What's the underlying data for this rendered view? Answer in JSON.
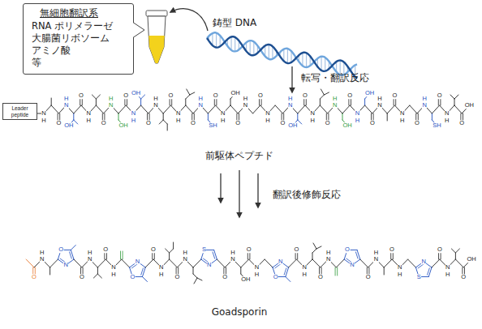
{
  "diagram": {
    "nodes": [
      {
        "text": [
          "無細胞翻訳系",
          "RNA ポリメラーゼ",
          "大腸菌リボソーム",
          "アミノ酸",
          "等"
        ]
      },
      {
        "text": [
          "Leader peptide"
        ]
      }
    ],
    "labels": [
      "鋳型 DNA",
      "転写・翻訳反応",
      "前駆体ペプチド",
      "翻訳後修飾反応",
      "Goadsporin",
      "H",
      "N",
      "O",
      "H",
      "N",
      "OH",
      "O",
      "H",
      "N",
      "O",
      "H",
      "N",
      "OH",
      "O",
      "H",
      "N",
      "OH",
      "O",
      "H",
      "N",
      "O",
      "H",
      "N",
      "O",
      "H",
      "N",
      "SH",
      "O",
      "H",
      "N",
      "OH",
      "O",
      "H",
      "N",
      "O",
      "H",
      "N",
      "O",
      "H",
      "N",
      "OH",
      "O",
      "H",
      "N",
      "O",
      "H",
      "N",
      "OH",
      "O",
      "H",
      "N",
      "OH",
      "O",
      "H",
      "N",
      "O",
      "H",
      "N",
      "O",
      "H",
      "N",
      "SH",
      "O",
      "H",
      "N",
      "O",
      "OH",
      "O",
      "H",
      "N",
      "N",
      "O",
      "O",
      "H",
      "N",
      "O",
      "H",
      "N",
      "N",
      "O",
      "O",
      "H",
      "N",
      "O",
      "H",
      "N",
      "N",
      "S",
      "O",
      "H",
      "N",
      "OH",
      "O",
      "H",
      "N",
      "N",
      "O",
      "O",
      "H",
      "N",
      "O",
      "H",
      "N",
      "N",
      "O",
      "O",
      "H",
      "N",
      "O",
      "H",
      "N",
      "N",
      "S",
      "O",
      "H",
      "N",
      "O",
      "OH"
    ]
  }
}
